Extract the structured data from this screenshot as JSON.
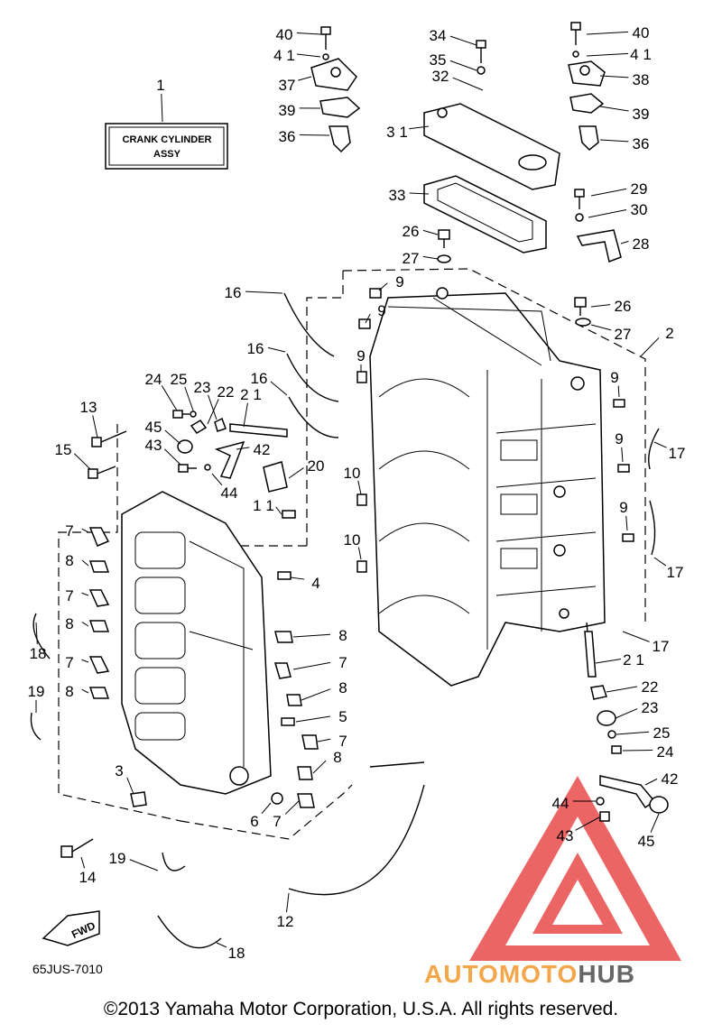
{
  "assembly_box": {
    "line1": "CRANK CYLINDER",
    "line2": "ASSY"
  },
  "diagram_code": "65JUS-7010",
  "fwd_label": "FWD",
  "copyright": "©2013 Yamaha Motor Corporation, U.S.A. All rights reserved.",
  "watermark": {
    "part1": "AUTO",
    "part2": "MOTO",
    "part3": "HUB"
  },
  "watermark_color": "#e94b4b",
  "callouts": [
    {
      "id": "c40a",
      "text": "40"
    },
    {
      "id": "c41a",
      "text": "4 1"
    },
    {
      "id": "c37",
      "text": "37"
    },
    {
      "id": "c39a",
      "text": "39"
    },
    {
      "id": "c36a",
      "text": "36"
    },
    {
      "id": "c1",
      "text": "1"
    },
    {
      "id": "c34",
      "text": "34"
    },
    {
      "id": "c35",
      "text": "35"
    },
    {
      "id": "c32",
      "text": "32"
    },
    {
      "id": "c31",
      "text": "3 1"
    },
    {
      "id": "c33",
      "text": "33"
    },
    {
      "id": "c40b",
      "text": "40"
    },
    {
      "id": "c41b",
      "text": "4 1"
    },
    {
      "id": "c38",
      "text": "38"
    },
    {
      "id": "c39b",
      "text": "39"
    },
    {
      "id": "c36b",
      "text": "36"
    },
    {
      "id": "c29",
      "text": "29"
    },
    {
      "id": "c30",
      "text": "30"
    },
    {
      "id": "c28",
      "text": "28"
    },
    {
      "id": "c26a",
      "text": "26"
    },
    {
      "id": "c27a",
      "text": "27"
    },
    {
      "id": "c26b",
      "text": "26"
    },
    {
      "id": "c27b",
      "text": "27"
    },
    {
      "id": "c2",
      "text": "2"
    },
    {
      "id": "c16a",
      "text": "16"
    },
    {
      "id": "c16b",
      "text": "16"
    },
    {
      "id": "c16c",
      "text": "16"
    },
    {
      "id": "c9a",
      "text": "9"
    },
    {
      "id": "c9b",
      "text": "9"
    },
    {
      "id": "c9c",
      "text": "9"
    },
    {
      "id": "c9d",
      "text": "9"
    },
    {
      "id": "c9e",
      "text": "9"
    },
    {
      "id": "c9f",
      "text": "9"
    },
    {
      "id": "c17a",
      "text": "17"
    },
    {
      "id": "c17b",
      "text": "17"
    },
    {
      "id": "c17c",
      "text": "17"
    },
    {
      "id": "c24a",
      "text": "24"
    },
    {
      "id": "c25a",
      "text": "25"
    },
    {
      "id": "c23a",
      "text": "23"
    },
    {
      "id": "c22a",
      "text": "22"
    },
    {
      "id": "c21a",
      "text": "2 1"
    },
    {
      "id": "c13",
      "text": "13"
    },
    {
      "id": "c45a",
      "text": "45"
    },
    {
      "id": "c43a",
      "text": "43"
    },
    {
      "id": "c42a",
      "text": "42"
    },
    {
      "id": "c20",
      "text": "20"
    },
    {
      "id": "c15",
      "text": "15"
    },
    {
      "id": "c44a",
      "text": "44"
    },
    {
      "id": "c10a",
      "text": "10"
    },
    {
      "id": "c10b",
      "text": "10"
    },
    {
      "id": "c11",
      "text": "1 1"
    },
    {
      "id": "c7a",
      "text": "7"
    },
    {
      "id": "c8a",
      "text": "8"
    },
    {
      "id": "c7b",
      "text": "7"
    },
    {
      "id": "c8b",
      "text": "8"
    },
    {
      "id": "c7c",
      "text": "7"
    },
    {
      "id": "c8c",
      "text": "8"
    },
    {
      "id": "c18a",
      "text": "18"
    },
    {
      "id": "c19a",
      "text": "19"
    },
    {
      "id": "c4",
      "text": "4"
    },
    {
      "id": "c8d",
      "text": "8"
    },
    {
      "id": "c7d",
      "text": "7"
    },
    {
      "id": "c8e",
      "text": "8"
    },
    {
      "id": "c5",
      "text": "5"
    },
    {
      "id": "c7e",
      "text": "7"
    },
    {
      "id": "c8f",
      "text": "8"
    },
    {
      "id": "c3",
      "text": "3"
    },
    {
      "id": "c6",
      "text": "6"
    },
    {
      "id": "c7f",
      "text": "7"
    },
    {
      "id": "c21b",
      "text": "2 1"
    },
    {
      "id": "c22b",
      "text": "22"
    },
    {
      "id": "c23b",
      "text": "23"
    },
    {
      "id": "c25b",
      "text": "25"
    },
    {
      "id": "c24b",
      "text": "24"
    },
    {
      "id": "c42b",
      "text": "42"
    },
    {
      "id": "c44b",
      "text": "44"
    },
    {
      "id": "c43b",
      "text": "43"
    },
    {
      "id": "c45b",
      "text": "45"
    },
    {
      "id": "c14",
      "text": "14"
    },
    {
      "id": "c19b",
      "text": "19"
    },
    {
      "id": "c12",
      "text": "12"
    },
    {
      "id": "c18b",
      "text": "18"
    }
  ]
}
